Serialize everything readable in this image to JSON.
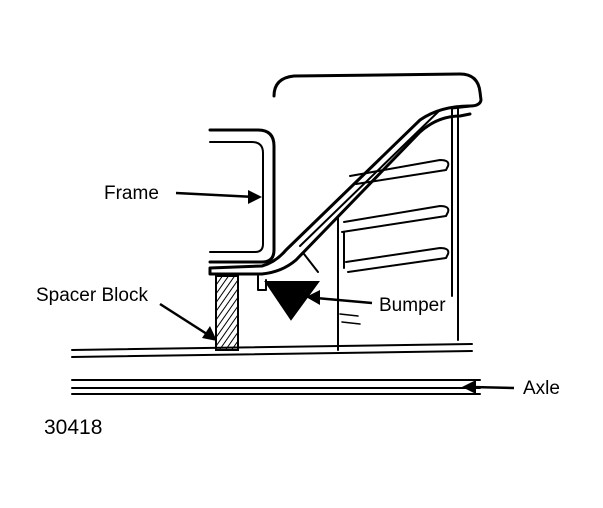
{
  "labels": {
    "frame": "Frame",
    "spacer_block": "Spacer Block",
    "bumper": "Bumper",
    "axle": "Axle"
  },
  "figure_number": "30418"
}
